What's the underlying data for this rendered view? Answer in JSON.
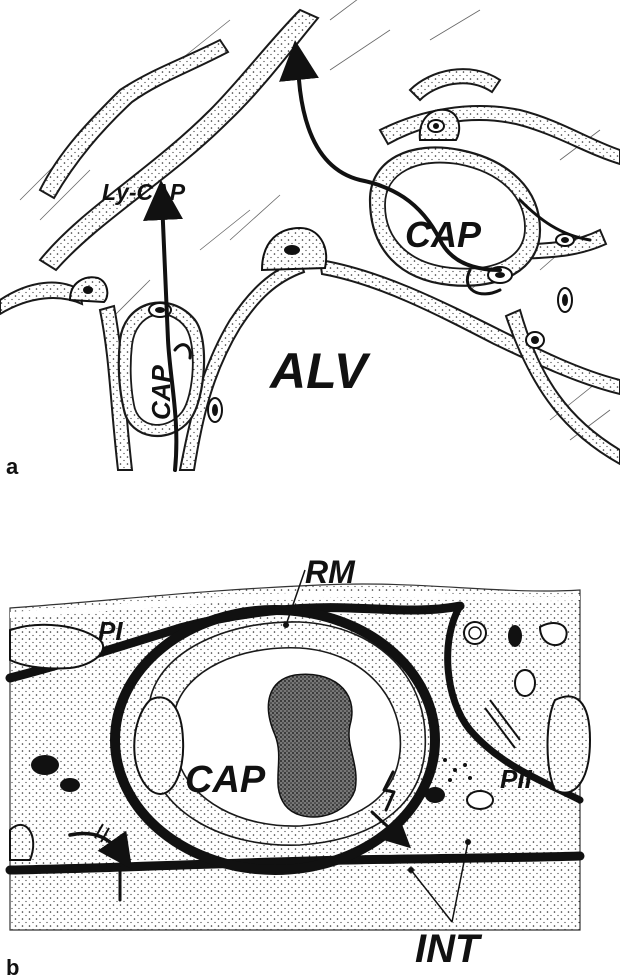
{
  "panel_a": {
    "letter": "a",
    "labels": {
      "ly_cap": "Ly-CAP",
      "cap_right": "CAP",
      "cap_left": "CAP",
      "alv": "ALV"
    }
  },
  "panel_b": {
    "letter": "b",
    "labels": {
      "rm": "RM",
      "p1": "PI",
      "cap": "CAP",
      "p2": "PII",
      "int": "INT"
    }
  }
}
